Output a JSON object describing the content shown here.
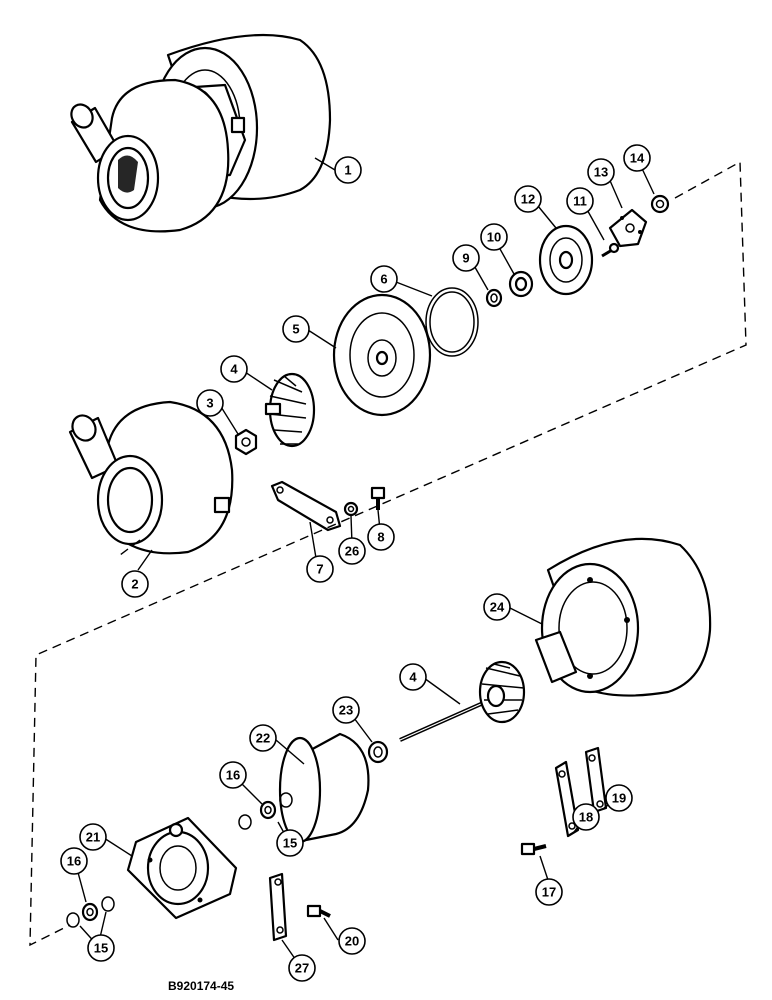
{
  "figure_code": "B920174-45",
  "callouts": [
    "1",
    "2",
    "3",
    "4",
    "5",
    "6",
    "7",
    "8",
    "9",
    "10",
    "11",
    "12",
    "13",
    "14",
    "26",
    "24",
    "4",
    "23",
    "22",
    "16",
    "15",
    "21",
    "16",
    "15",
    "27",
    "20",
    "17",
    "18",
    "19"
  ]
}
